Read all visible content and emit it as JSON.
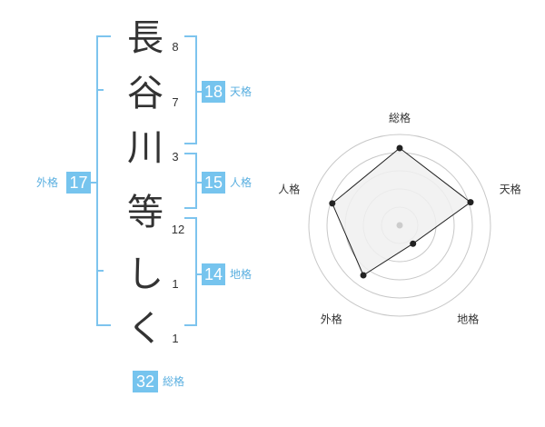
{
  "name_chars": [
    {
      "char": "長",
      "strokes": "8"
    },
    {
      "char": "谷",
      "strokes": "7"
    },
    {
      "char": "川",
      "strokes": "3"
    },
    {
      "char": "等",
      "strokes": "12"
    },
    {
      "char": "し",
      "strokes": "1"
    },
    {
      "char": "く",
      "strokes": "1"
    }
  ],
  "badges": {
    "tenkaku": {
      "value": "18",
      "label": "天格"
    },
    "jinkaku": {
      "value": "15",
      "label": "人格"
    },
    "chikaku": {
      "value": "14",
      "label": "地格"
    },
    "gaikaku": {
      "value": "17",
      "label": "外格"
    },
    "soukaku": {
      "value": "32",
      "label": "総格"
    }
  },
  "radar": {
    "axes": [
      "総格",
      "天格",
      "地格",
      "外格",
      "人格"
    ],
    "values": [
      0.85,
      0.82,
      0.25,
      0.68,
      0.78
    ],
    "colors": {
      "ring": "#c8c8c8",
      "fill": "#f0f0f0",
      "line": "#222222"
    }
  },
  "colors": {
    "accent": "#76c4ee",
    "accent_text": "#5aafe0",
    "bracket": "#7dc4ee"
  }
}
